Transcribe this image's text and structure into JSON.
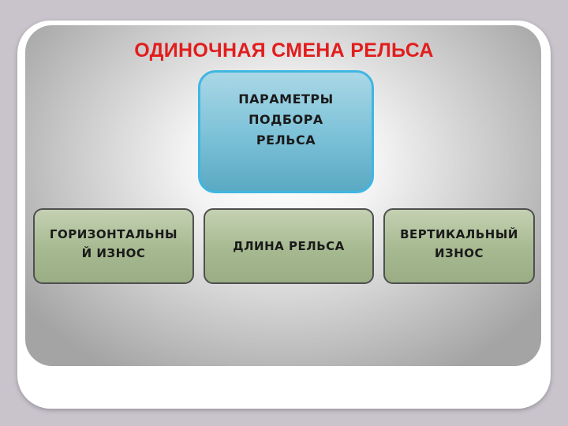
{
  "slide": {
    "title": "ОДИНОЧНАЯ СМЕНА РЕЛЬСА"
  },
  "diagram": {
    "top_box": {
      "label": "ПАРАМЕТРЫ\nПОДБОРА\nРЕЛЬСА"
    },
    "bottom_boxes": [
      {
        "label": "ГОРИЗОНТАЛЬНЫ\nЙ ИЗНОС"
      },
      {
        "label": "ДЛИНА РЕЛЬСА"
      },
      {
        "label": "ВЕРТИКАЛЬНЫЙ\nИЗНОС"
      }
    ]
  },
  "colors": {
    "title": "#e21d1d",
    "top_box_fill": "#7fc3d9",
    "top_box_border": "#3fb6e2",
    "bottom_box_fill": "#a6b990",
    "bottom_box_border": "#4f4f4f"
  }
}
